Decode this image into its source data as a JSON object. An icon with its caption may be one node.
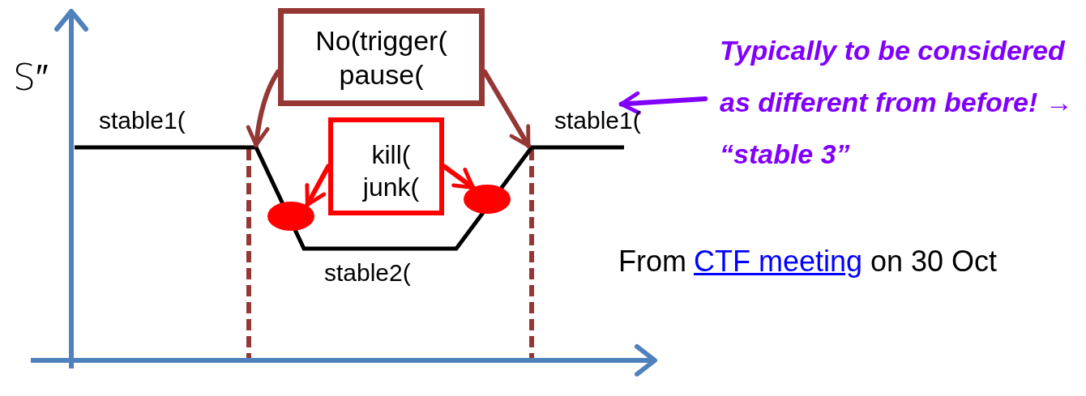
{
  "diagram": {
    "nodes": [
      {
        "text": [
          "No(trigger( pause("
        ]
      },
      {
        "text": [
          "kill( junk("
        ]
      },
      {
        "text": [],
        "shape": "circle",
        "in": 6
      },
      {
        "text": [],
        "shape": "circle",
        "in": 6
      },
      {
        "text": [
          "Typically to be considered as different from before! → “stable 3”"
        ]
      },
      {
        "text": [
          "stable1("
        ]
      },
      {
        "text": [],
        "shape": "line",
        "beside": [
          "stable1(",
          "stable2("
        ]
      }
    ],
    "edges": [
      {
        "from": 0,
        "to": 6,
        "arrow": "to",
        "color": "#953735"
      },
      {
        "from": 0,
        "to": 6,
        "arrow": "to",
        "color": "#953735"
      },
      {
        "from": 1,
        "to": 2,
        "arrow": "to",
        "color": "#ff0000"
      },
      {
        "from": 1,
        "to": 3,
        "arrow": "to",
        "color": "#ff0000"
      },
      {
        "from": 4,
        "to": 5,
        "arrow": "to",
        "color": "#8000ff"
      }
    ],
    "labels": [
      "S″",
      "From",
      "CTF meeting",
      "on 30 Oct"
    ]
  }
}
